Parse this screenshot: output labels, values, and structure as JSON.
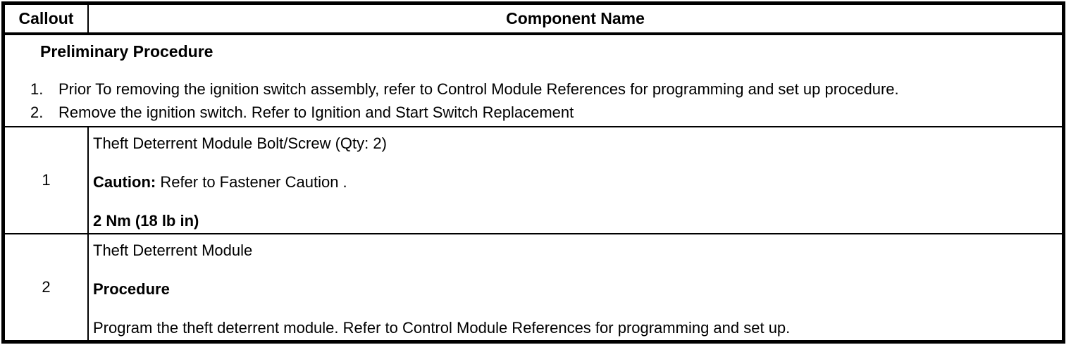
{
  "page_bg": "#ffffff",
  "table": {
    "border_color": "#000000",
    "header": {
      "callout": "Callout",
      "component": "Component Name"
    },
    "preliminary": {
      "title": "Preliminary Procedure",
      "steps": [
        {
          "num": "1.",
          "text": "Prior To removing the ignition switch assembly, refer to Control Module References for programming and set up procedure."
        },
        {
          "num": "2.",
          "text": "Remove the ignition switch. Refer to Ignition and Start Switch Replacement"
        }
      ]
    },
    "rows": [
      {
        "callout": "1",
        "name": "Theft Deterrent Module Bolt/Screw (Qty: 2)",
        "caution_label": "Caution:",
        "caution_text": " Refer to Fastener Caution .",
        "torque": "2 Nm (18 lb in)"
      },
      {
        "callout": "2",
        "name": "Theft Deterrent Module",
        "procedure_label": "Procedure",
        "procedure_text": "Program the theft deterrent module. Refer to Control Module References for programming and set up."
      }
    ]
  }
}
